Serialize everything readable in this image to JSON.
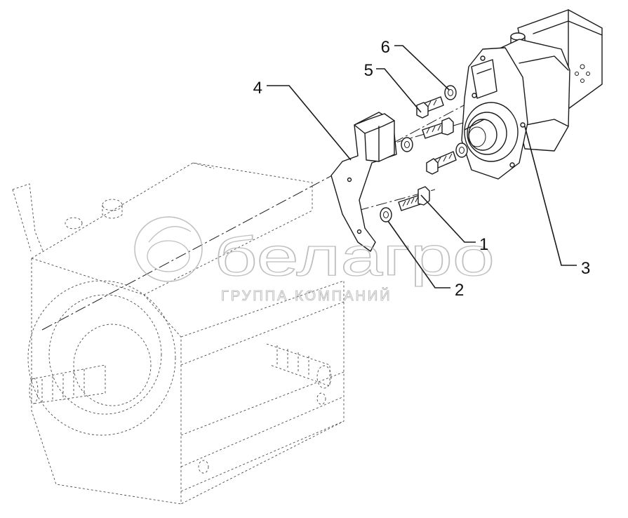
{
  "watermark": {
    "brand": "белагро",
    "tagline": "ГРУППА КОМПАНИЙ"
  },
  "callouts": [
    {
      "id": "1",
      "label": "1"
    },
    {
      "id": "2",
      "label": "2"
    },
    {
      "id": "3",
      "label": "3"
    },
    {
      "id": "4",
      "label": "4"
    },
    {
      "id": "5",
      "label": "5"
    },
    {
      "id": "6",
      "label": "6"
    }
  ]
}
